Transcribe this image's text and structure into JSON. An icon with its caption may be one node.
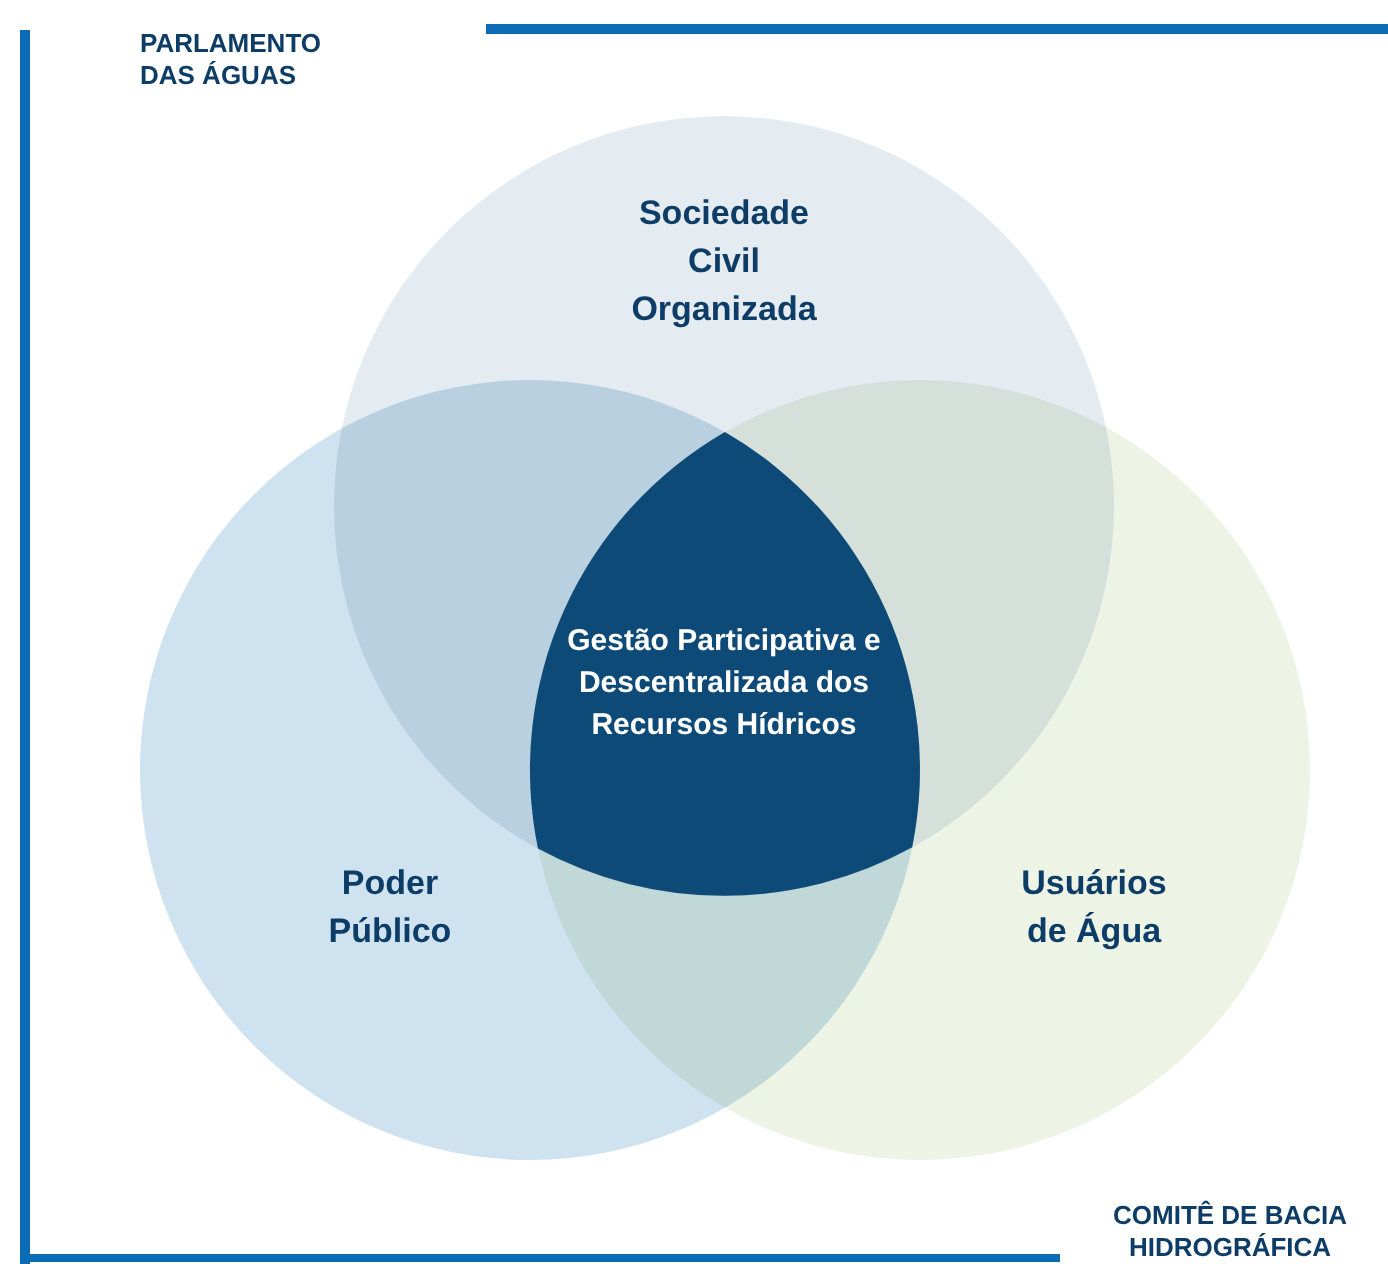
{
  "diagram": {
    "nodes": [
      {
        "text": [
          "Sociedade Civil Organizada"
        ]
      },
      {
        "text": [
          "Poder Público"
        ]
      },
      {
        "text": [
          "Usuários de Água"
        ]
      },
      {
        "text": [
          "Gestão Participativa e Descentralizada dos Recursos Hídricos"
        ]
      }
    ],
    "labels": [
      "PARLAMENTO DAS ÁGUAS",
      "COMITÊ DE BACIA HIDROGRÁFICA"
    ]
  }
}
